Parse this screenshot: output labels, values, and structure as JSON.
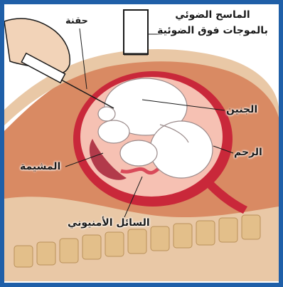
{
  "labels": {
    "needle": "حقنة",
    "ultrasound_probe": "الماسح الضوئي بالموجات فوق الضوئية",
    "fetus": "الجنين",
    "uterus": "الرحم",
    "placenta": "المشيمة",
    "amniotic_fluid": "السائل الأمنيوني"
  },
  "colors": {
    "frame": "#1f5fa8",
    "skin": "#e9c8a6",
    "body_wall": "#d98a63",
    "uterus_wall": "#c9283a",
    "amniotic_fluid": "#f6c1b3",
    "placenta": "#b23a4a",
    "spine": "#e3bf8a"
  }
}
